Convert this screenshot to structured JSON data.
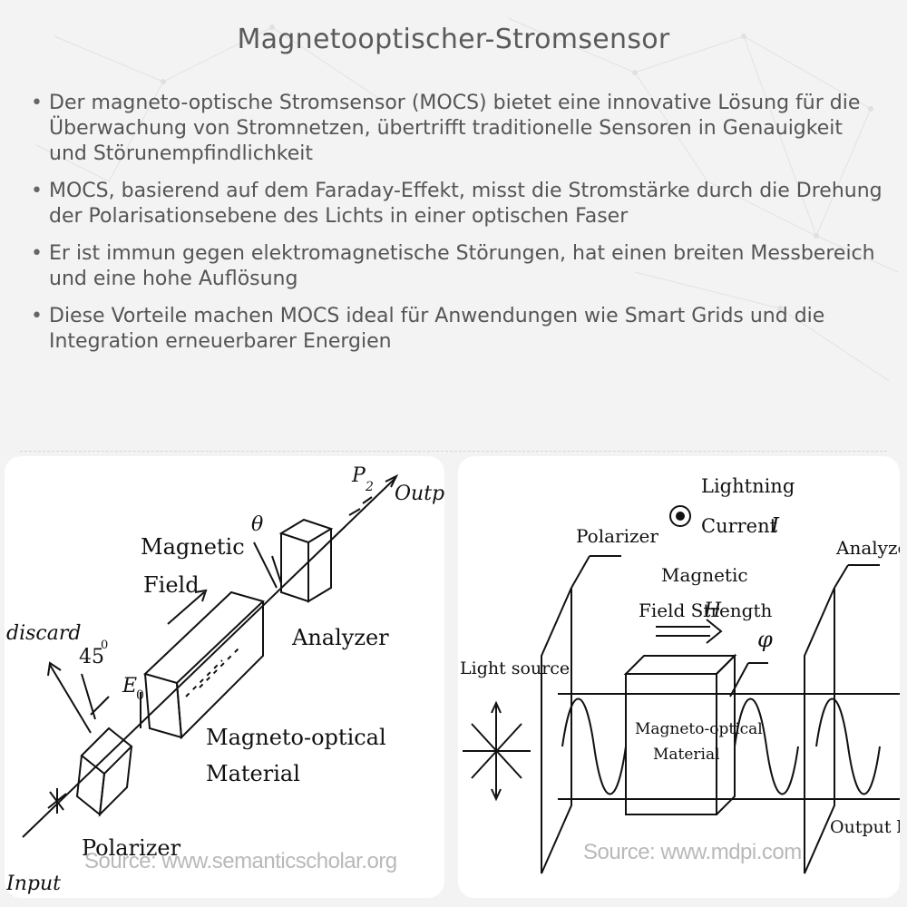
{
  "title": "Magnetooptischer-Stromsensor",
  "bullets": [
    "Der magneto-optische Stromsensor (MOCS) bietet eine innovative Lösung für die Überwachung von Stromnetzen, übertrifft traditionelle Sensoren in Genauigkeit und Störunempfindlichkeit",
    "MOCS, basierend auf dem Faraday-Effekt, misst die Stromstärke durch die Drehung der Polarisationsebene des Lichts in einer optischen Faser",
    "Er ist immun gegen elektromagnetische Störungen, hat einen breiten Messbereich und eine hohe Auflösung",
    "Diese Vorteile machen MOCS ideal für Anwendungen wie Smart Grids und die Integration erneuerbarer Energien"
  ],
  "left_diagram": {
    "labels": {
      "p2": "P",
      "p2_sub": "2",
      "output": "Output",
      "theta": "θ",
      "magnetic": "Magnetic",
      "field": "Field",
      "analyzer": "Analyzer",
      "discard": "discard",
      "angle": "45",
      "angle_sup": "0",
      "e0": "E",
      "e0_sub": "0",
      "mo_line1": "Magneto-optical",
      "mo_line2": "Material",
      "polarizer": "Polarizer",
      "input": "Input"
    },
    "source": "Source: www.semanticscholar.org"
  },
  "right_diagram": {
    "labels": {
      "lightning": "Lightning",
      "current": "Current ",
      "current_symbol": "I",
      "polarizer": "Polarizer",
      "magnetic": "Magnetic",
      "field_strength": "Field Strength",
      "field_symbol": "H",
      "analyzer": "Analyzer",
      "phi": "φ",
      "light_source": "Light source",
      "mo_line1": "Magneto-optical",
      "mo_line2": "Material",
      "output_light": "Output light"
    },
    "source": "Source: www.mdpi.com"
  }
}
